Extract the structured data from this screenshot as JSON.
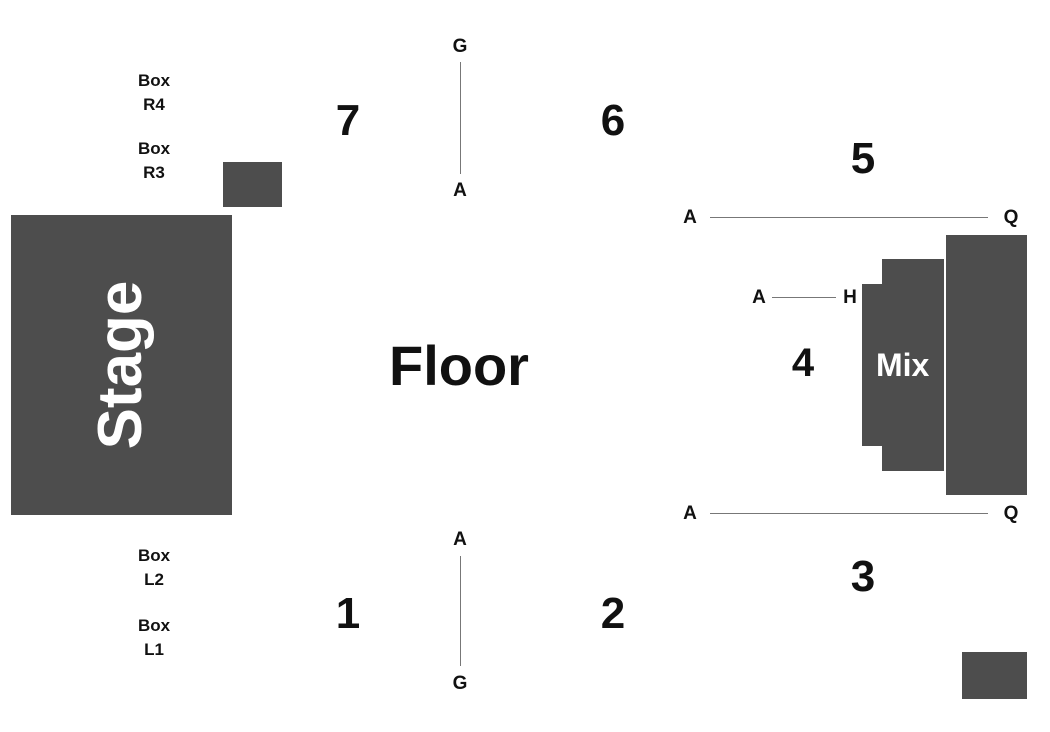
{
  "venue_map": {
    "stage": "Stage",
    "floor": "Floor",
    "mix": "Mix",
    "sections": {
      "s1": "1",
      "s2": "2",
      "s3": "3",
      "s4": "4",
      "s5": "5",
      "s6": "6",
      "s7": "7"
    },
    "boxes": {
      "r4": {
        "line1": "Box",
        "line2": "R4"
      },
      "r3": {
        "line1": "Box",
        "line2": "R3"
      },
      "l2": {
        "line1": "Box",
        "line2": "L2"
      },
      "l1": {
        "line1": "Box",
        "line2": "L1"
      }
    },
    "row_markers": {
      "top_center": {
        "first": "A",
        "last": "G"
      },
      "bottom_center": {
        "first": "A",
        "last": "G"
      },
      "right_upper": {
        "first": "A",
        "last": "Q"
      },
      "right_lower": {
        "first": "A",
        "last": "Q"
      },
      "section4": {
        "first": "A",
        "last": "H"
      }
    },
    "colors": {
      "block": "#4d4d4d",
      "text": "#111111",
      "background": "#ffffff"
    }
  }
}
